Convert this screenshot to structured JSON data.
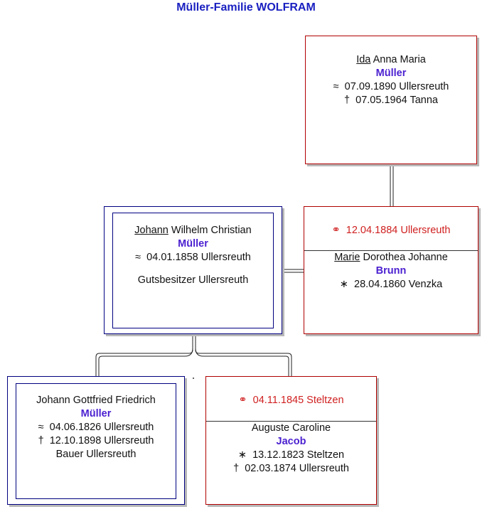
{
  "title": "Müller-Familie WOLFRAM",
  "persons": {
    "ida": {
      "first": "Ida",
      "rest": " Anna Maria",
      "surname": "Müller",
      "baptism_sym": "≈",
      "baptism": "07.09.1890 Ullersreuth",
      "death_sym": "†",
      "death": "07.05.1964 Tanna"
    },
    "johann_wilhelm": {
      "first": "Johann",
      "rest": " Wilhelm Christian",
      "surname": "Müller",
      "baptism_sym": "≈",
      "baptism": "04.01.1858 Ullersreuth",
      "occupation": "Gutsbesitzer Ullersreuth"
    },
    "marie": {
      "marriage_sym": "⚭",
      "marriage": "12.04.1884 Ullersreuth",
      "first": "Marie",
      "rest": " Dorothea Johanne",
      "surname": "Brunn",
      "birth_sym": "∗",
      "birth": "28.04.1860 Venzka"
    },
    "johann_gottfried": {
      "name": "Johann Gottfried Friedrich",
      "surname": "Müller",
      "baptism_sym": "≈",
      "baptism": "04.06.1826 Ullersreuth",
      "death_sym": "†",
      "death": "12.10.1898 Ullersreuth",
      "occupation": "Bauer Ullersreuth"
    },
    "auguste": {
      "marriage_sym": "⚭",
      "marriage": "04.11.1845 Steltzen",
      "name": "Auguste Caroline",
      "surname": "Jacob",
      "birth_sym": "∗",
      "birth": "13.12.1823 Steltzen",
      "death_sym": "†",
      "death": "02.03.1874 Ullersreuth"
    }
  },
  "colors": {
    "title": "#1a20c0",
    "surname": "#4a1fd0",
    "marriage": "#d02020",
    "red_border": "#b00000",
    "blue_border": "#000080"
  }
}
